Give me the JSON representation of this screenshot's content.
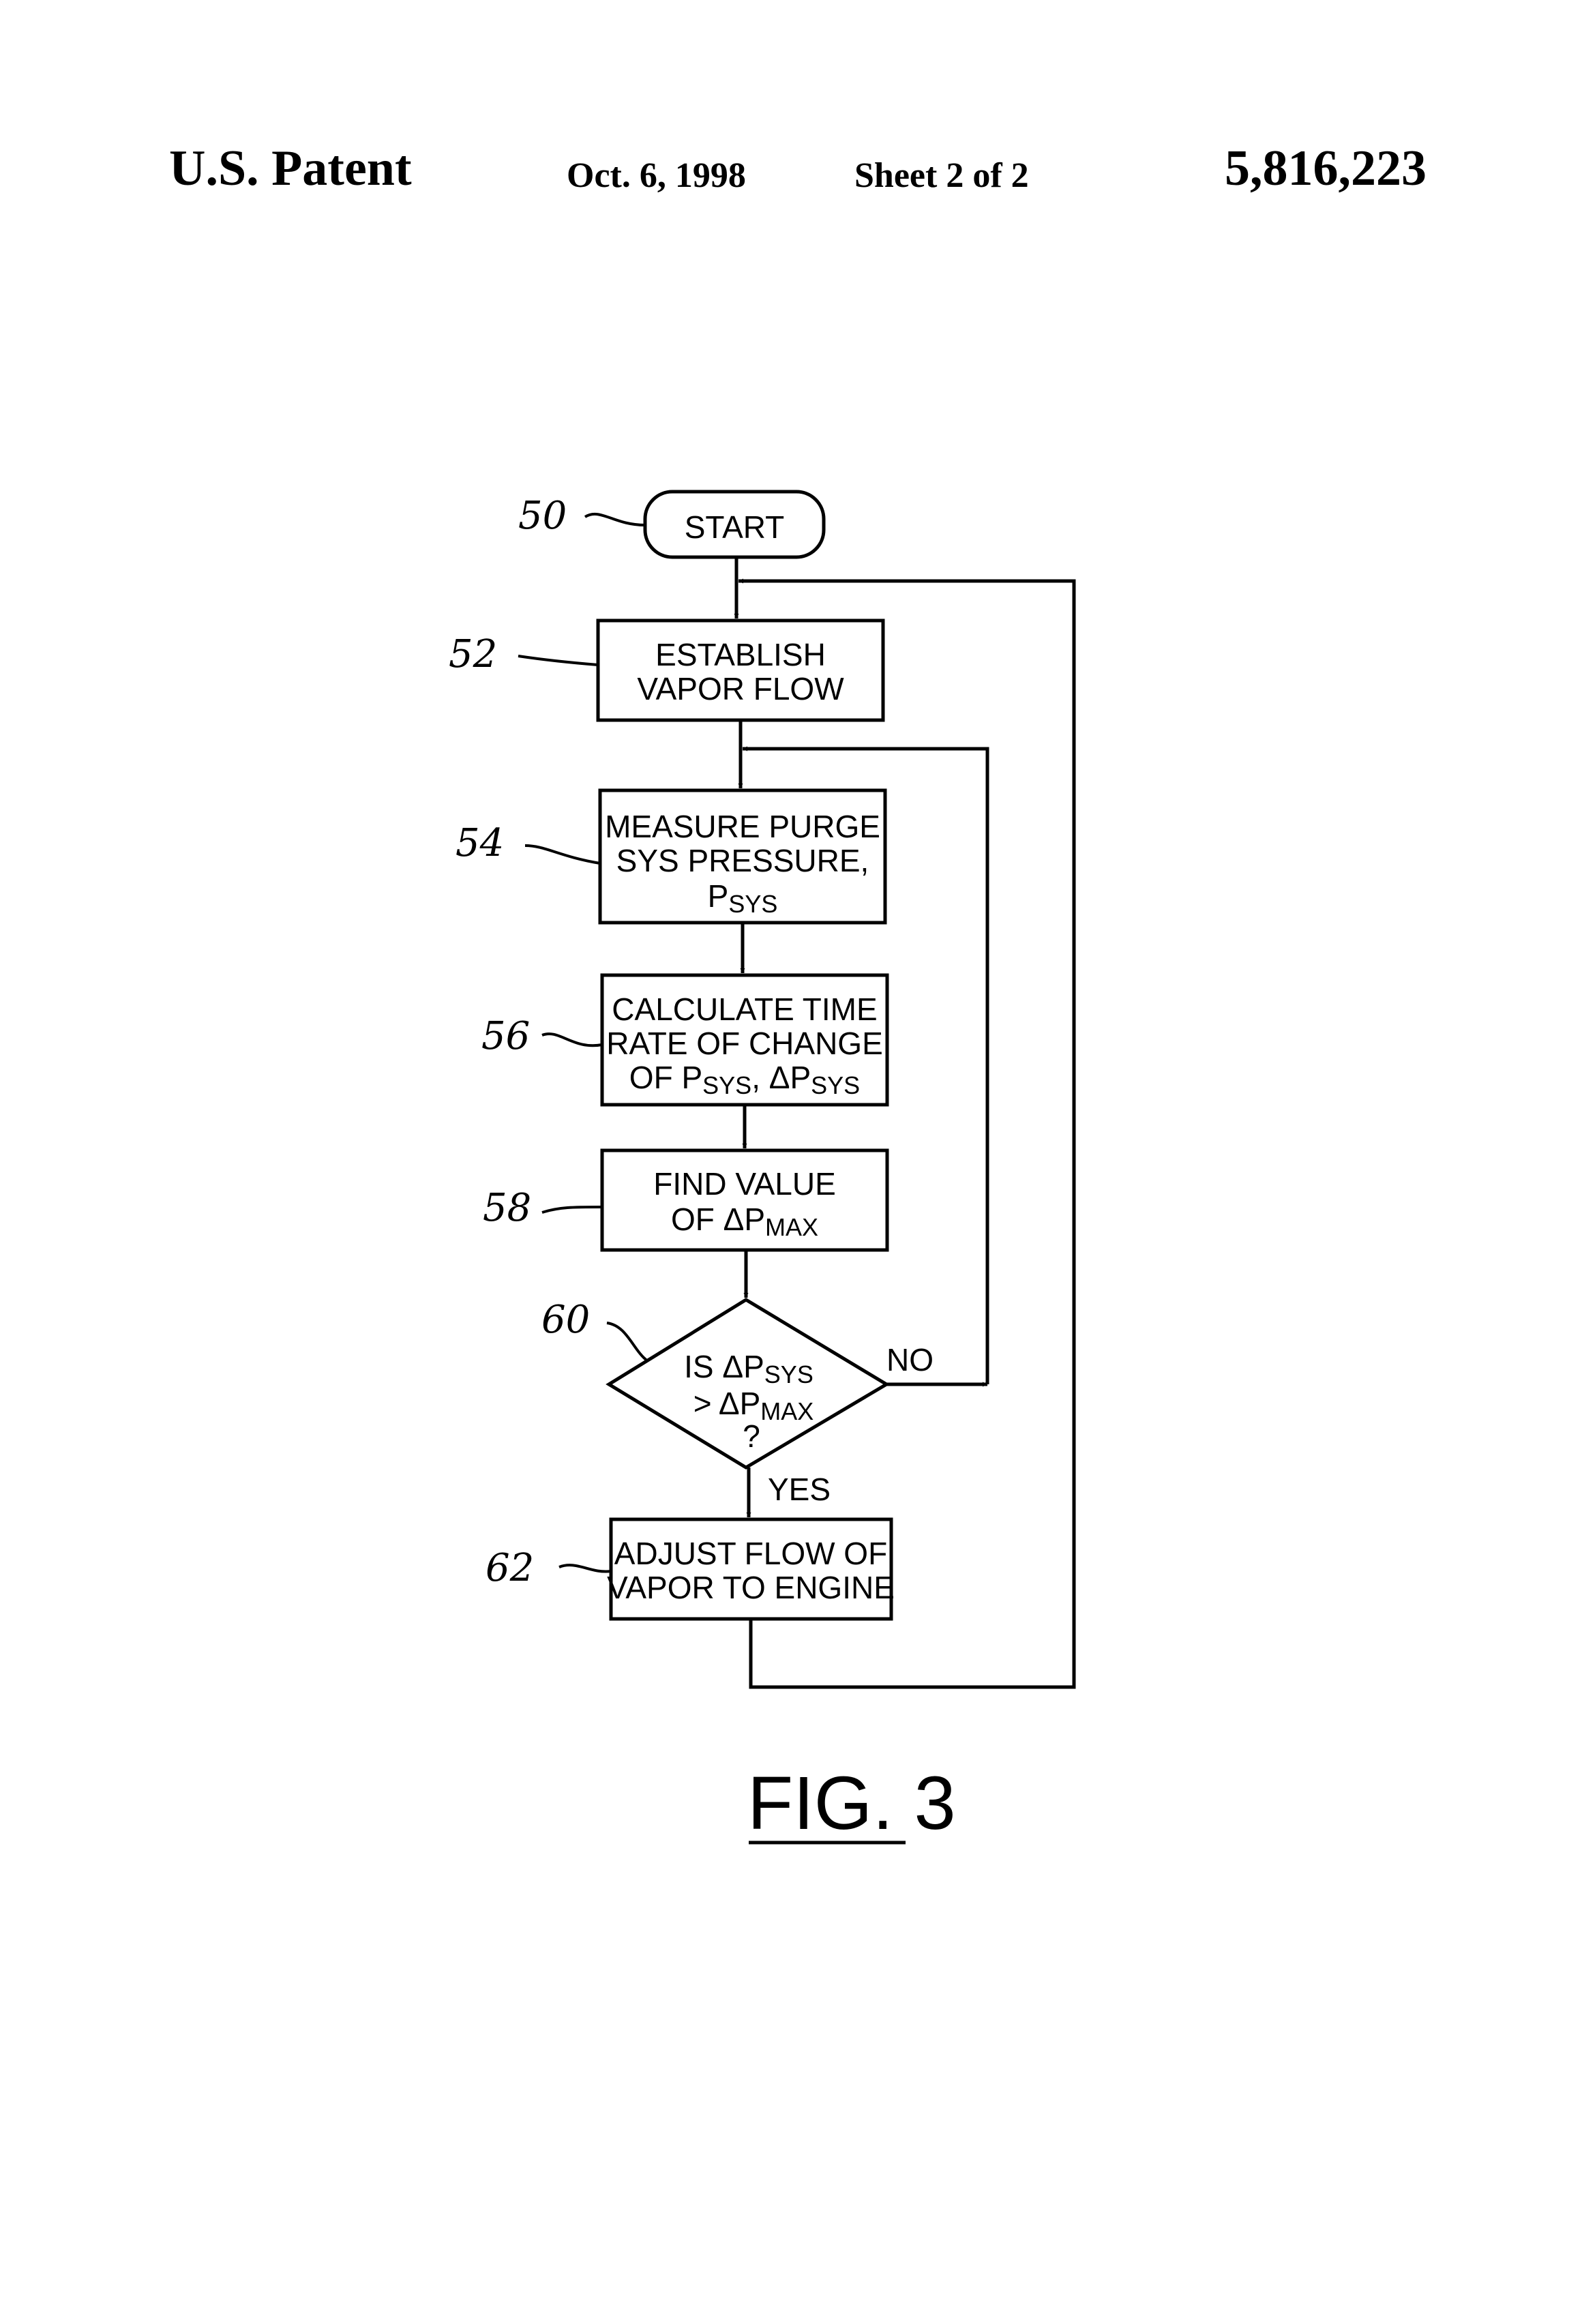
{
  "header": {
    "left": "U.S. Patent",
    "date": "Oct. 6, 1998",
    "sheet": "Sheet 2 of 2",
    "number": "5,816,223"
  },
  "flowchart": {
    "start": {
      "ref": "50",
      "label": "START"
    },
    "steps": [
      {
        "ref": "52",
        "lines": [
          "ESTABLISH",
          "VAPOR FLOW"
        ]
      },
      {
        "ref": "54",
        "line1": "MEASURE PURGE",
        "line2": "SYS PRESSURE,",
        "line3_main": "P",
        "line3_sub": "SYS"
      },
      {
        "ref": "56",
        "line1": "CALCULATE TIME",
        "line2": "RATE OF CHANGE",
        "line3_a": "OF P",
        "line3_a_sub": "SYS",
        "line3_b": ", ΔP",
        "line3_b_sub": "SYS"
      },
      {
        "ref": "58",
        "line1": "FIND VALUE",
        "line2_main": "OF ΔP",
        "line2_sub": "MAX"
      }
    ],
    "decision": {
      "ref": "60",
      "line1_main": "IS ΔP",
      "line1_sub": "SYS",
      "line2_main": "> ΔP",
      "line2_sub": "MAX",
      "line3": "?",
      "no_label": "NO",
      "yes_label": "YES"
    },
    "final": {
      "ref": "62",
      "lines": [
        "ADJUST FLOW OF",
        "VAPOR TO ENGINE"
      ]
    }
  },
  "figure_label": "FIG. 3"
}
